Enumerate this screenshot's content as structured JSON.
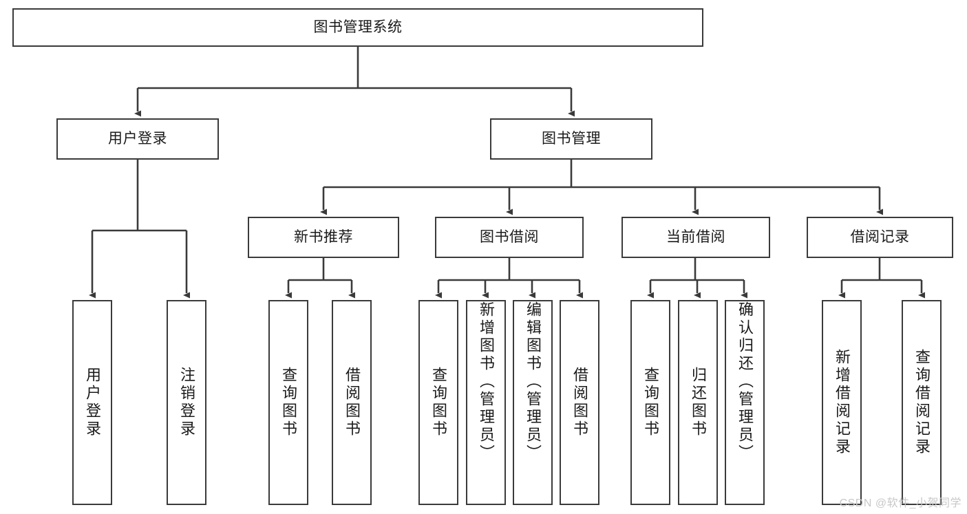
{
  "diagram": {
    "title": "图书管理系统",
    "type": "functional-structure-tree",
    "watermark": "CSDN @软件_小贺同学",
    "colors": {
      "stroke": "#3a3a3a",
      "fill": "#ffffff",
      "text": "#1a1a1a",
      "watermark": "#c8c8c8"
    },
    "nodes": {
      "root": {
        "label": "图书管理系统"
      },
      "level2": [
        {
          "id": "user-login",
          "label": "用户登录"
        },
        {
          "id": "book-manage",
          "label": "图书管理"
        }
      ],
      "level3": [
        {
          "id": "new-book-recommend",
          "label": "新书推荐"
        },
        {
          "id": "book-borrow",
          "label": "图书借阅"
        },
        {
          "id": "current-borrow",
          "label": "当前借阅"
        },
        {
          "id": "borrow-record",
          "label": "借阅记录"
        }
      ],
      "leaves": {
        "user_login": [
          {
            "id": "leaf-user-login",
            "label": "用户登录"
          },
          {
            "id": "leaf-logout-login",
            "label": "注销登录"
          }
        ],
        "new_book_recommend": [
          {
            "id": "leaf-query-book-1",
            "label": "查询图书"
          },
          {
            "id": "leaf-borrow-book-1",
            "label": "借阅图书"
          }
        ],
        "book_borrow": [
          {
            "id": "leaf-query-book-2",
            "label": "查询图书"
          },
          {
            "id": "leaf-add-book",
            "label": "新增图书（管理员）"
          },
          {
            "id": "leaf-edit-book",
            "label": "编辑图书（管理员）"
          },
          {
            "id": "leaf-borrow-book-2",
            "label": "借阅图书"
          }
        ],
        "current_borrow": [
          {
            "id": "leaf-query-book-3",
            "label": "查询图书"
          },
          {
            "id": "leaf-return-book",
            "label": "归还图书"
          },
          {
            "id": "leaf-confirm-return",
            "label": "确认归还（管理员）"
          }
        ],
        "borrow_record": [
          {
            "id": "leaf-add-record",
            "label": "新增借阅记录"
          },
          {
            "id": "leaf-query-record",
            "label": "查询借阅记录"
          }
        ]
      }
    }
  }
}
